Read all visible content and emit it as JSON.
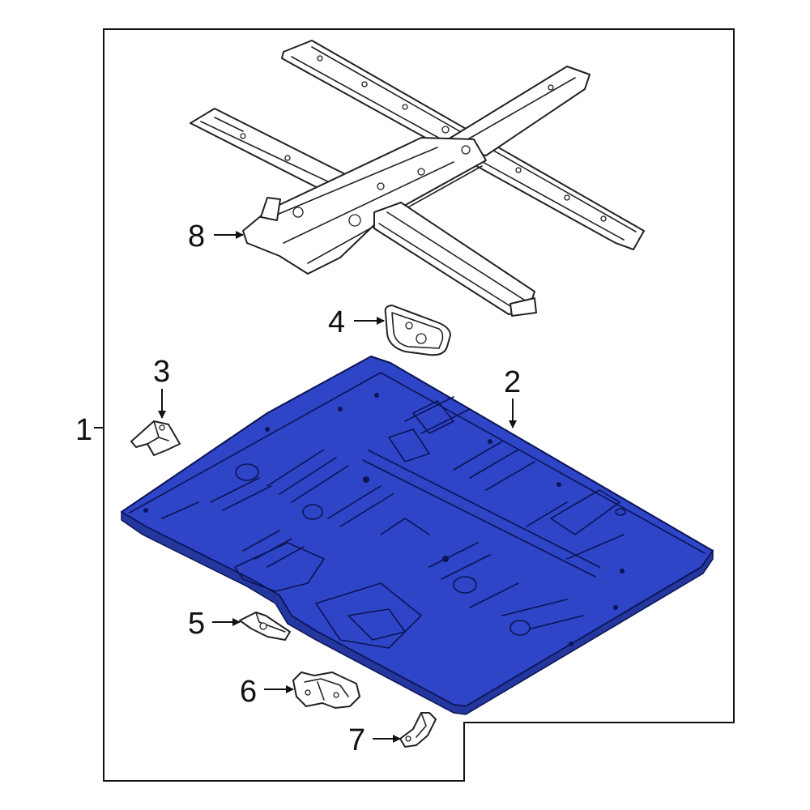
{
  "colors": {
    "floor_pan": "#2f45c8",
    "floor_pan_edge": "#0b1454",
    "outline": "#222222",
    "background": "#ffffff"
  },
  "callouts": [
    {
      "id": "1",
      "text": "1"
    },
    {
      "id": "2",
      "text": "2"
    },
    {
      "id": "3",
      "text": "3"
    },
    {
      "id": "4",
      "text": "4"
    },
    {
      "id": "5",
      "text": "5"
    },
    {
      "id": "6",
      "text": "6"
    },
    {
      "id": "7",
      "text": "7"
    },
    {
      "id": "8",
      "text": "8"
    }
  ]
}
